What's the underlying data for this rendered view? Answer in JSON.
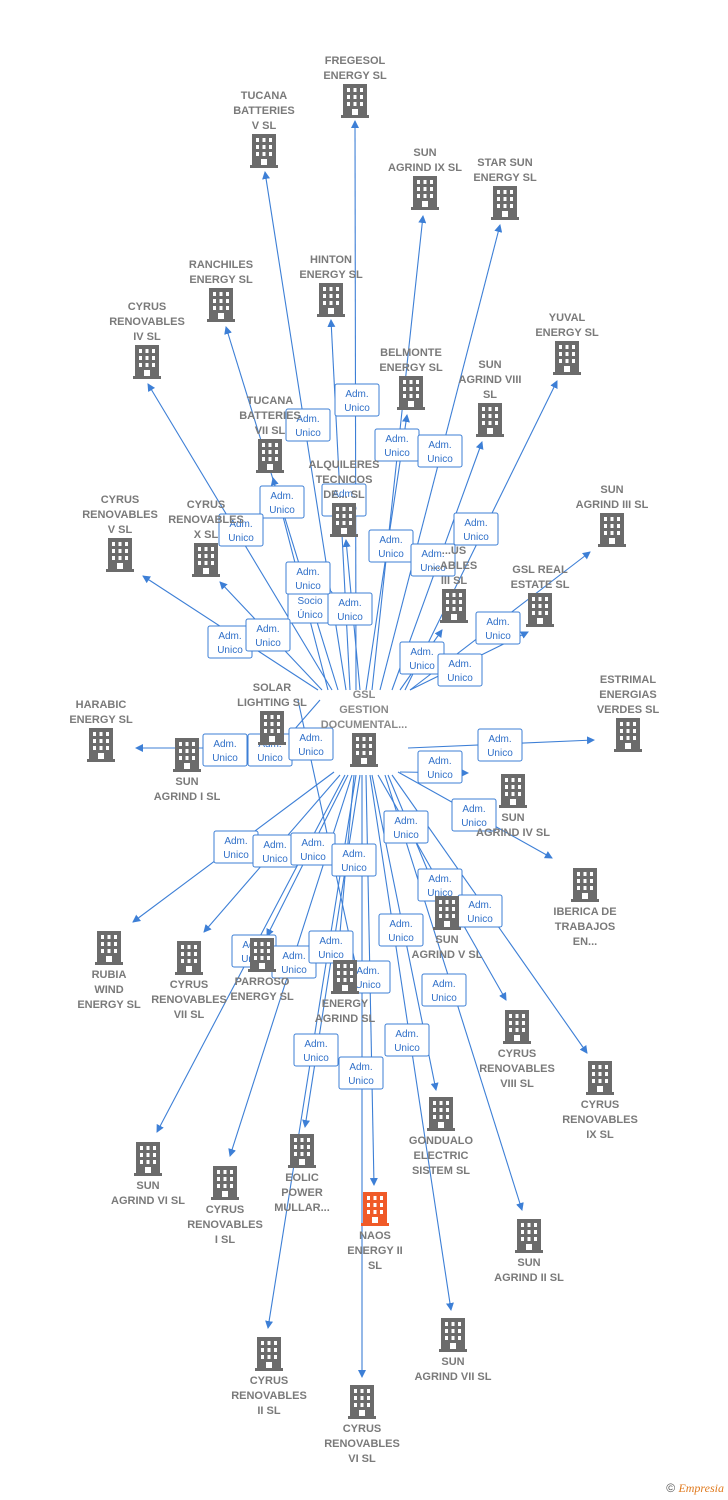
{
  "diagram": {
    "center": {
      "id": "gsl",
      "label": [
        "GSL",
        "GESTION",
        "DOCUMENTAL..."
      ]
    },
    "nodes": [
      {
        "id": "fregesol",
        "label": [
          "FREGESOL",
          "ENERGY  SL"
        ]
      },
      {
        "id": "tucana5",
        "label": [
          "TUCANA",
          "BATTERIES",
          "V  SL"
        ]
      },
      {
        "id": "sunag9",
        "label": [
          "SUN",
          "AGRIND IX  SL"
        ]
      },
      {
        "id": "starsun",
        "label": [
          "STAR SUN",
          "ENERGY  SL"
        ]
      },
      {
        "id": "ranchiles",
        "label": [
          "RANCHILES",
          "ENERGY  SL"
        ]
      },
      {
        "id": "hinton",
        "label": [
          "HINTON",
          "ENERGY  SL"
        ]
      },
      {
        "id": "cyrus4",
        "label": [
          "CYRUS",
          "RENOVABLES",
          "IV  SL"
        ]
      },
      {
        "id": "yuval",
        "label": [
          "YUVAL",
          "ENERGY  SL"
        ]
      },
      {
        "id": "belmonte",
        "label": [
          "BELMONTE",
          "ENERGY  SL"
        ]
      },
      {
        "id": "sunag8",
        "label": [
          "SUN",
          "AGRIND VIII",
          "SL"
        ]
      },
      {
        "id": "tucana7",
        "label": [
          "TUCANA",
          "BATTERIES",
          "VII  SL"
        ]
      },
      {
        "id": "alquileres",
        "label": [
          "ALQUILERES",
          "TECNICOS",
          "DE...  SL"
        ]
      },
      {
        "id": "cyrus5",
        "label": [
          "CYRUS",
          "RENOVABLES",
          "V  SL"
        ]
      },
      {
        "id": "cyrusx",
        "label": [
          "CYRUS",
          "RENOVABLES",
          "X  SL"
        ]
      },
      {
        "id": "sunag3",
        "label": [
          "SUN",
          "AGRIND III  SL"
        ]
      },
      {
        "id": "cyrus3",
        "label": [
          "...US",
          "...ABLES",
          "III  SL"
        ]
      },
      {
        "id": "gslreal",
        "label": [
          "GSL REAL",
          "ESTATE  SL"
        ]
      },
      {
        "id": "estrimal",
        "label": [
          "ESTRIMAL",
          "ENERGIAS",
          "VERDES  SL"
        ]
      },
      {
        "id": "harabic",
        "label": [
          "HARABIC",
          "ENERGY  SL"
        ]
      },
      {
        "id": "solar",
        "label": [
          "SOLAR",
          "LIGHTING SL"
        ]
      },
      {
        "id": "sunag1",
        "label": [
          "SUN",
          "AGRIND I  SL"
        ]
      },
      {
        "id": "sunag4",
        "label": [
          "SUN",
          "AGRIND IV  SL"
        ]
      },
      {
        "id": "iberica",
        "label": [
          "IBERICA DE",
          "TRABAJOS",
          "EN..."
        ]
      },
      {
        "id": "sunag5",
        "label": [
          "SUN",
          "AGRIND V  SL"
        ]
      },
      {
        "id": "rubia",
        "label": [
          "RUBIA",
          "WIND",
          "ENERGY  SL"
        ]
      },
      {
        "id": "cyrus7",
        "label": [
          "CYRUS",
          "RENOVABLES",
          "VII  SL"
        ]
      },
      {
        "id": "parroso",
        "label": [
          "PARROSO",
          "ENERGY  SL"
        ]
      },
      {
        "id": "energyag",
        "label": [
          "ENERGY",
          "AGRIND  SL"
        ]
      },
      {
        "id": "cyrus8",
        "label": [
          "CYRUS",
          "RENOVABLES",
          "VIII  SL"
        ]
      },
      {
        "id": "cyrus9",
        "label": [
          "CYRUS",
          "RENOVABLES",
          "IX  SL"
        ]
      },
      {
        "id": "gondualo",
        "label": [
          "GONDUALO",
          "ELECTRIC",
          "SISTEM  SL"
        ]
      },
      {
        "id": "sunag6",
        "label": [
          "SUN",
          "AGRIND VI  SL"
        ]
      },
      {
        "id": "cyrus1",
        "label": [
          "CYRUS",
          "RENOVABLES",
          "I  SL"
        ]
      },
      {
        "id": "eolic",
        "label": [
          "EOLIC",
          "POWER",
          "MULLAR..."
        ]
      },
      {
        "id": "naos",
        "label": [
          "NAOS",
          "ENERGY II",
          "SL"
        ],
        "highlight": true
      },
      {
        "id": "sunag2",
        "label": [
          "SUN",
          "AGRIND II  SL"
        ]
      },
      {
        "id": "cyrus2",
        "label": [
          "CYRUS",
          "RENOVABLES",
          "II  SL"
        ]
      },
      {
        "id": "sunag7",
        "label": [
          "SUN",
          "AGRIND VII  SL"
        ]
      },
      {
        "id": "cyrus6",
        "label": [
          "CYRUS",
          "RENOVABLES",
          "VI  SL"
        ]
      }
    ],
    "badges": [
      [
        "Adm.",
        "Unico"
      ],
      [
        "Adm.",
        "Unico"
      ],
      [
        "Adm.",
        "Unico"
      ],
      [
        "Adm.",
        "Unico"
      ],
      [
        "Adm.",
        "Unico"
      ],
      [
        "Adm.",
        "Unico"
      ],
      [
        "Adm.",
        "Unico"
      ],
      [
        "Adm.",
        "Unico"
      ],
      [
        "Adm.",
        "Unico"
      ],
      [
        "Adm.",
        "Unico"
      ],
      [
        "Socio",
        "Único"
      ],
      [
        "Adm.",
        "Unico"
      ],
      [
        "Adm.",
        "Unico"
      ],
      [
        "Adm.",
        "Unico"
      ],
      [
        "Adm.",
        "Unico"
      ],
      [
        "Adm.",
        "Unico"
      ],
      [
        "Adm.",
        "Unico"
      ],
      [
        "Adm.",
        "Unico"
      ],
      [
        "Adm.",
        "Unico"
      ],
      [
        "Adm.",
        "Unico"
      ],
      [
        "Adm.",
        "Unico"
      ],
      [
        "Adm.",
        "Unico"
      ],
      [
        "Adm.",
        "Unico"
      ],
      [
        "Adm.",
        "Unico"
      ],
      [
        "Adm.",
        "Unico"
      ],
      [
        "Adm.",
        "Unico"
      ],
      [
        "Adm.",
        "Unico"
      ],
      [
        "Adm.",
        "Unico"
      ],
      [
        "Adm.",
        "Unico"
      ],
      [
        "Adm.",
        "Unico"
      ],
      [
        "Adm.",
        "Unico"
      ],
      [
        "Adm.",
        "Unico"
      ],
      [
        "Adm.",
        "Unico"
      ],
      [
        "Adm.",
        "Unico"
      ],
      [
        "Adm.",
        "Unico"
      ],
      [
        "Adm.",
        "Unico"
      ],
      [
        "Adm.",
        "Unico"
      ],
      [
        "Adm.",
        "Unico"
      ],
      [
        "Adm.",
        "Unico"
      ],
      [
        "Adm.",
        "Unico"
      ]
    ],
    "colors": {
      "edge": "#3d7fd6",
      "node": "#6b6b6b",
      "highlight": "#f05a28"
    }
  },
  "footer": {
    "copyright": "©",
    "brand": "Empresia"
  }
}
